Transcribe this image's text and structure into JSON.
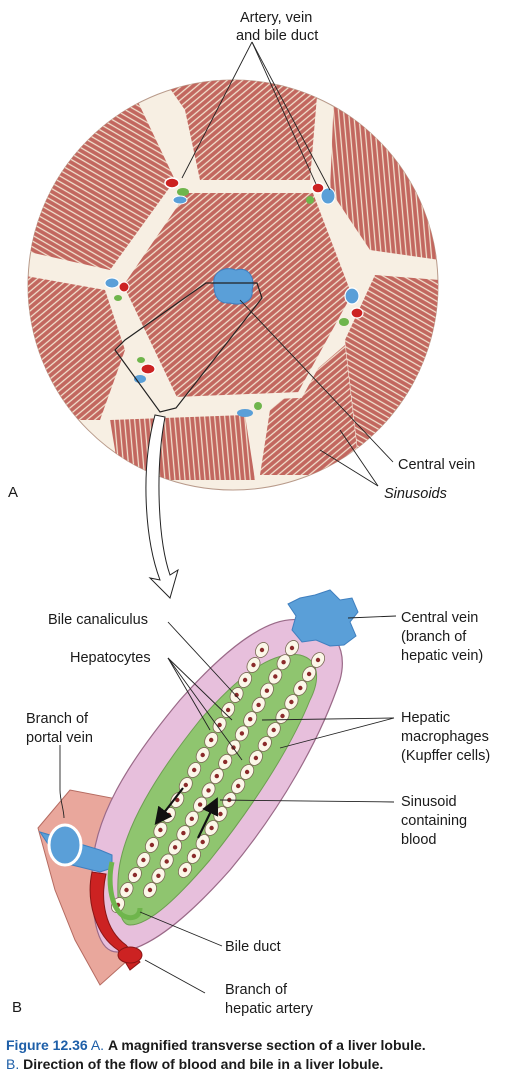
{
  "panel_a": {
    "letter": "A",
    "labels": {
      "artery_vein_bile_duct": [
        "Artery, vein",
        "and bile duct"
      ],
      "central_vein": "Central vein",
      "sinusoids": "Sinusoids"
    }
  },
  "panel_b": {
    "letter": "B",
    "labels": {
      "bile_canaliculus": "Bile canaliculus",
      "hepatocytes": "Hepatocytes",
      "branch_portal_vein": [
        "Branch of",
        "portal vein"
      ],
      "central_vein": [
        "Central vein",
        "(branch of",
        "hepatic vein)"
      ],
      "hepatic_macrophages": [
        "Hepatic",
        "macrophages",
        "(Kupffer cells)"
      ],
      "sinusoid": [
        "Sinusoid",
        "containing",
        "blood"
      ],
      "bile_duct": "Bile duct",
      "branch_hepatic_artery": [
        "Branch of",
        "hepatic artery"
      ]
    }
  },
  "caption": {
    "figure_number": "Figure 12.36",
    "line1_letter": "A.",
    "line1_text": "A magnified transverse section of a liver lobule.",
    "line2_letter": "B.",
    "line2_text": "Direction of the flow of blood and bile in a liver lobule."
  },
  "colors": {
    "lobule_tissue": "#c2675f",
    "lobule_light": "#f2e3d0",
    "septum": "#f7efe3",
    "vein_blue": "#5a9fd8",
    "artery_red": "#cc2222",
    "bile_green": "#6fb54c",
    "hepatocyte_cream": "#fbf7e8",
    "nucleus": "#8b2a2a",
    "sinusoid_green": "#8fc56f",
    "capsule_pink": "#e7bfdc",
    "caption_blue": "#1e5fa8"
  }
}
